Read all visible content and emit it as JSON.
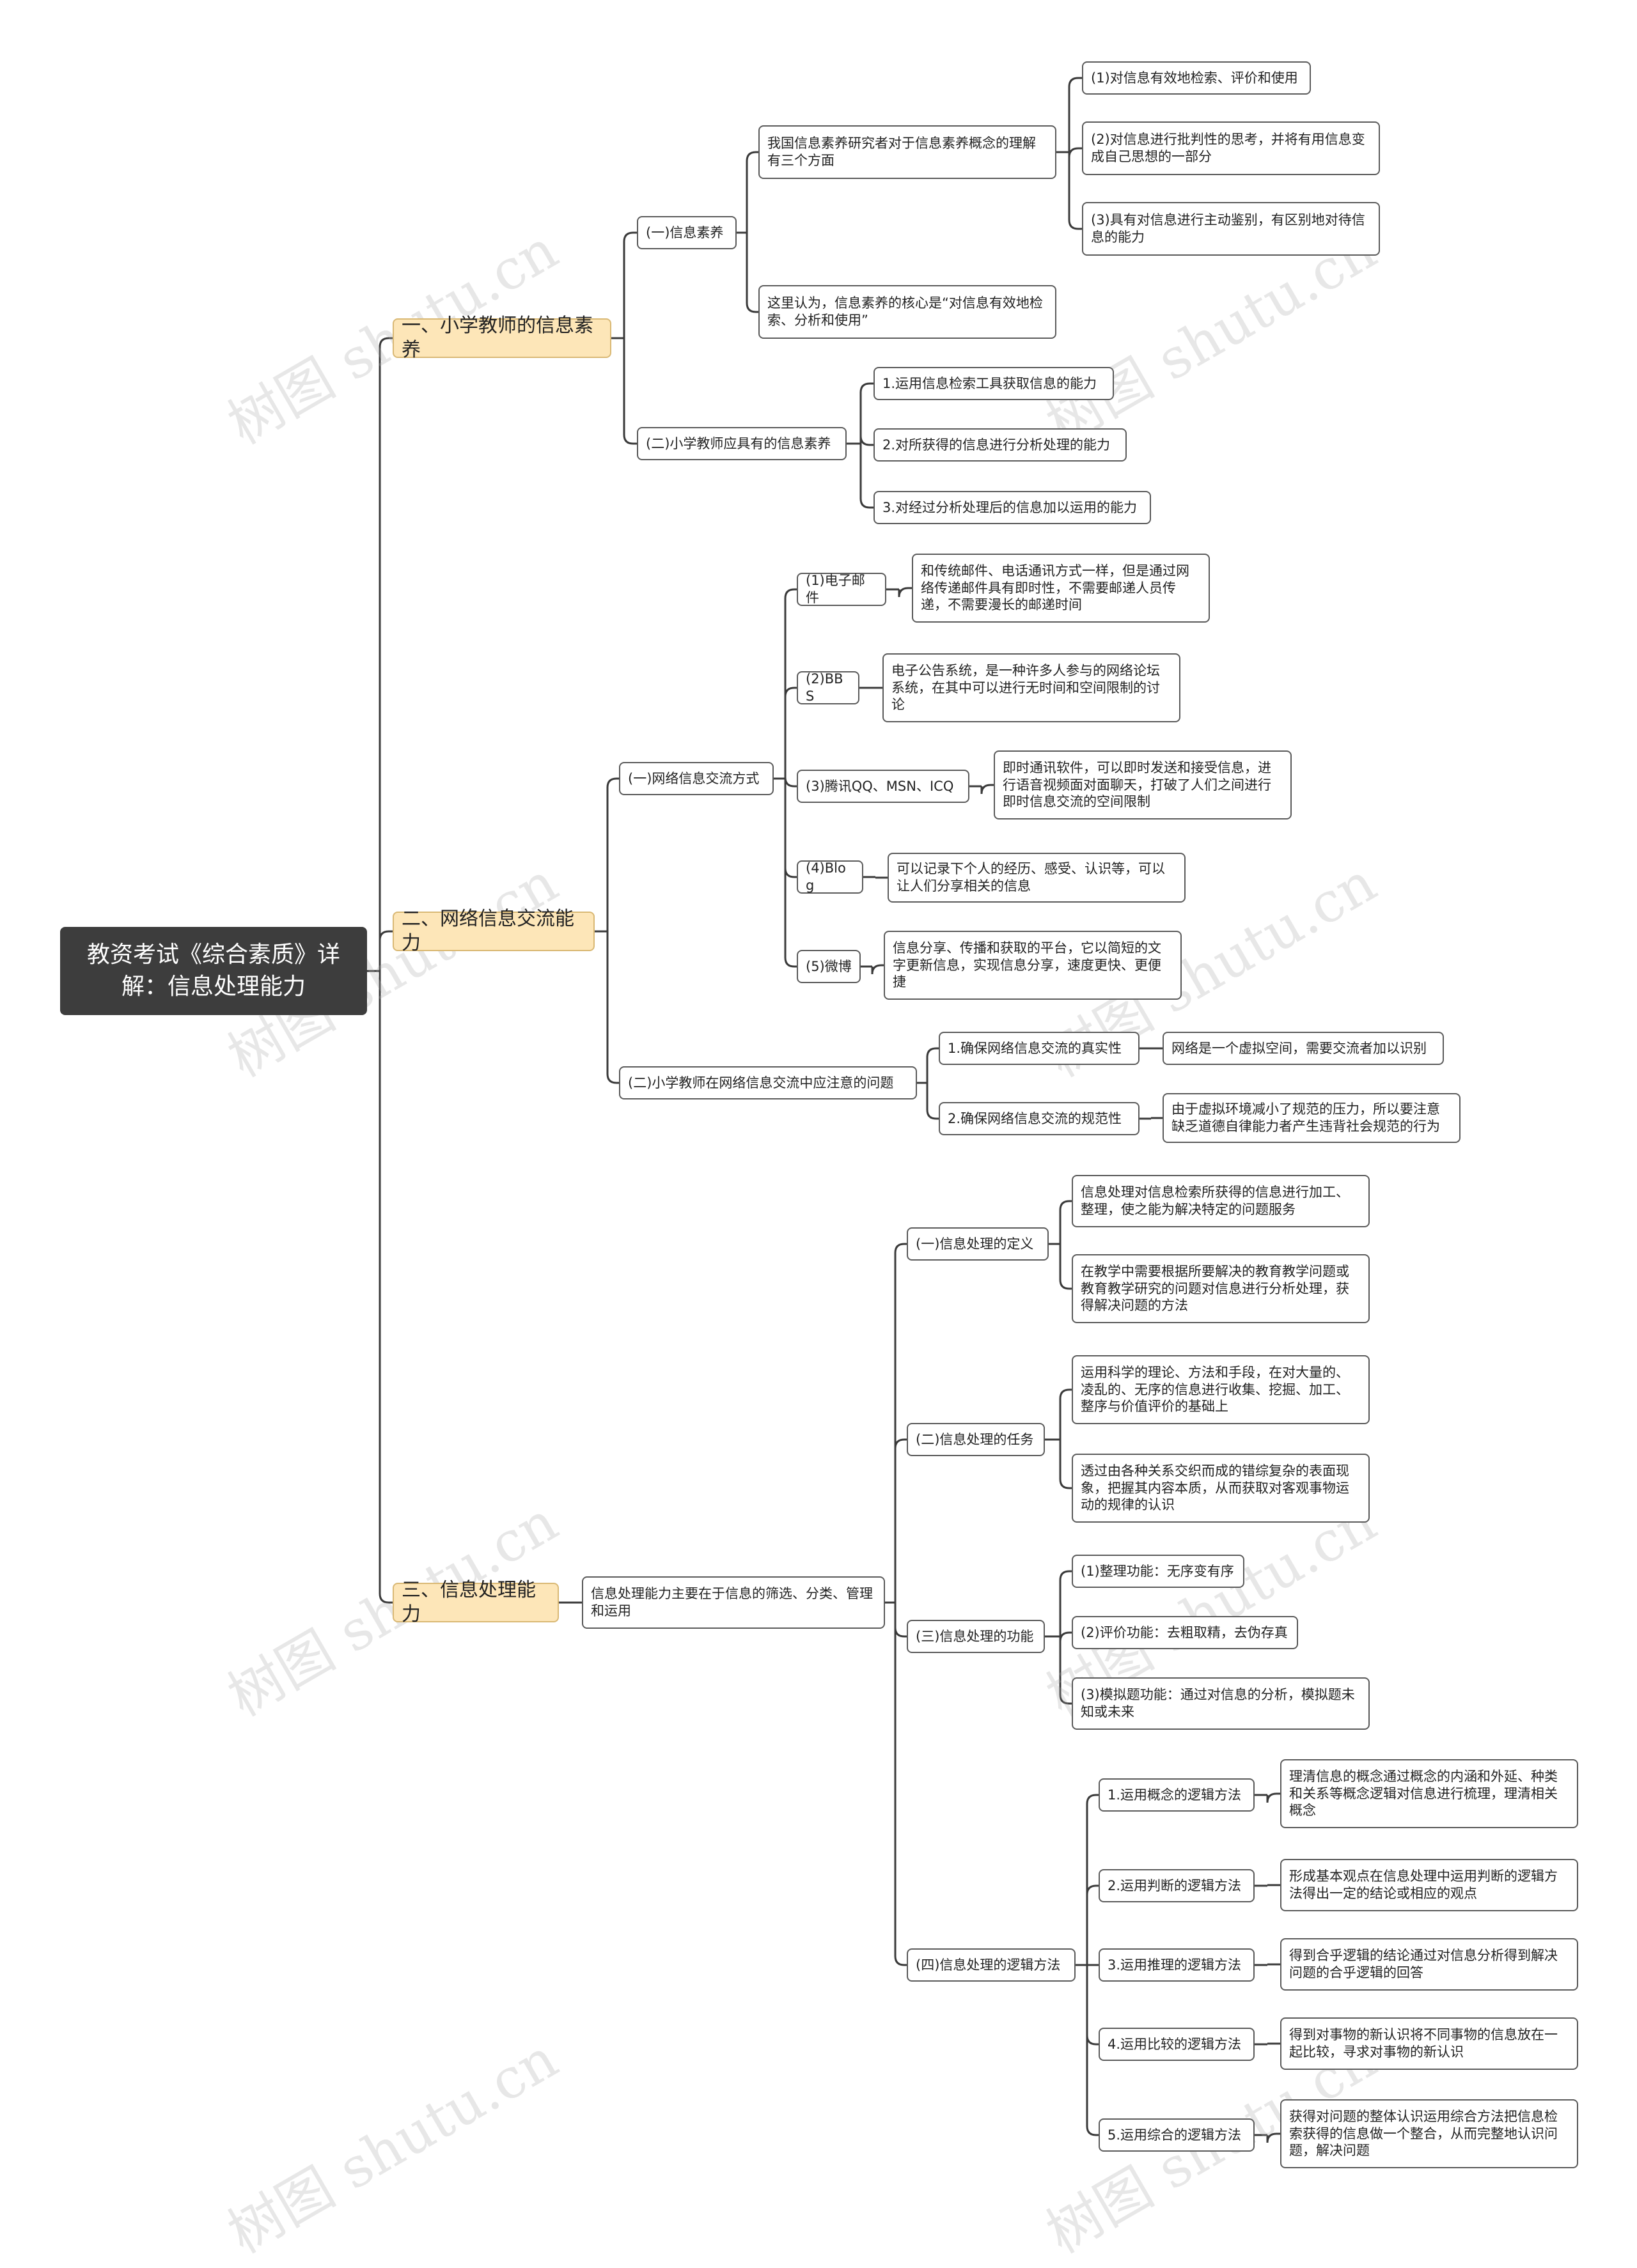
{
  "root": "教资考试《综合素质》详解：信息处理能力",
  "watermark": "树图 shutu.cn",
  "branches": [
    {
      "label": "一、小学教师的信息素养",
      "children": [
        {
          "label": "(一)信息素养",
          "children": [
            {
              "label": "我国信息素养研究者对于信息素养概念的理解有三个方面",
              "children": [
                {
                  "label": "(1)对信息有效地检索、评价和使用"
                },
                {
                  "label": "(2)对信息进行批判性的思考，并将有用信息变成自己思想的一部分"
                },
                {
                  "label": "(3)具有对信息进行主动鉴别，有区别地对待信息的能力"
                }
              ]
            },
            {
              "label": "这里认为，信息素养的核心是“对信息有效地检索、分析和使用”"
            }
          ]
        },
        {
          "label": "(二)小学教师应具有的信息素养",
          "children": [
            {
              "label": "1.运用信息检索工具获取信息的能力"
            },
            {
              "label": "2.对所获得的信息进行分析处理的能力"
            },
            {
              "label": "3.对经过分析处理后的信息加以运用的能力"
            }
          ]
        }
      ]
    },
    {
      "label": "二、网络信息交流能力",
      "children": [
        {
          "label": "(一)网络信息交流方式",
          "children": [
            {
              "label": "(1)电子邮件",
              "children": [
                {
                  "label": "和传统邮件、电话通讯方式一样，但是通过网络传递邮件具有即时性，不需要邮递人员传递，不需要漫长的邮递时间"
                }
              ]
            },
            {
              "label": "(2)BBS",
              "children": [
                {
                  "label": "电子公告系统，是一种许多人参与的网络论坛系统，在其中可以进行无时间和空间限制的讨论"
                }
              ]
            },
            {
              "label": "(3)腾讯QQ、MSN、ICQ",
              "children": [
                {
                  "label": "即时通讯软件，可以即时发送和接受信息，进行语音视频面对面聊天，打破了人们之间进行即时信息交流的空间限制"
                }
              ]
            },
            {
              "label": "(4)Blog",
              "children": [
                {
                  "label": "可以记录下个人的经历、感受、认识等，可以让人们分享相关的信息"
                }
              ]
            },
            {
              "label": "(5)微博",
              "children": [
                {
                  "label": "信息分享、传播和获取的平台，它以简短的文字更新信息，实现信息分享，速度更快、更便捷"
                }
              ]
            }
          ]
        },
        {
          "label": "(二)小学教师在网络信息交流中应注意的问题",
          "children": [
            {
              "label": "1.确保网络信息交流的真实性",
              "children": [
                {
                  "label": "网络是一个虚拟空间，需要交流者加以识别"
                }
              ]
            },
            {
              "label": "2.确保网络信息交流的规范性",
              "children": [
                {
                  "label": "由于虚拟环境减小了规范的压力，所以要注意缺乏道德自律能力者产生违背社会规范的行为"
                }
              ]
            }
          ]
        }
      ]
    },
    {
      "label": "三、信息处理能力",
      "children": [
        {
          "label": "信息处理能力主要在于信息的筛选、分类、管理和运用",
          "children": [
            {
              "label": "(一)信息处理的定义",
              "children": [
                {
                  "label": "信息处理对信息检索所获得的信息进行加工、整理，使之能为解决特定的问题服务"
                },
                {
                  "label": "在教学中需要根据所要解决的教育教学问题或教育教学研究的问题对信息进行分析处理，获得解决问题的方法"
                }
              ]
            },
            {
              "label": "(二)信息处理的任务",
              "children": [
                {
                  "label": "运用科学的理论、方法和手段，在对大量的、凌乱的、无序的信息进行收集、挖掘、加工、整序与价值评价的基础上"
                },
                {
                  "label": "透过由各种关系交织而成的错综复杂的表面现象，把握其内容本质，从而获取对客观事物运动的规律的认识"
                }
              ]
            },
            {
              "label": "(三)信息处理的功能",
              "children": [
                {
                  "label": "(1)整理功能：无序变有序"
                },
                {
                  "label": "(2)评价功能：去粗取精，去伪存真"
                },
                {
                  "label": "(3)模拟题功能：通过对信息的分析，模拟题未知或未来"
                }
              ]
            },
            {
              "label": "(四)信息处理的逻辑方法",
              "children": [
                {
                  "label": "1.运用概念的逻辑方法",
                  "children": [
                    {
                      "label": "理清信息的概念通过概念的内涵和外延、种类和关系等概念逻辑对信息进行梳理，理清相关概念"
                    }
                  ]
                },
                {
                  "label": "2.运用判断的逻辑方法",
                  "children": [
                    {
                      "label": "形成基本观点在信息处理中运用判断的逻辑方法得出一定的结论或相应的观点"
                    }
                  ]
                },
                {
                  "label": "3.运用推理的逻辑方法",
                  "children": [
                    {
                      "label": "得到合乎逻辑的结论通过对信息分析得到解决问题的合乎逻辑的回答"
                    }
                  ]
                },
                {
                  "label": "4.运用比较的逻辑方法",
                  "children": [
                    {
                      "label": "得到对事物的新认识将不同事物的信息放在一起比较，寻求对事物的新认识"
                    }
                  ]
                },
                {
                  "label": "5.运用综合的逻辑方法",
                  "children": [
                    {
                      "label": "获得对问题的整体认识运用综合方法把信息检索获得的信息做一个整合，从而完整地认识问题，解决问题"
                    }
                  ]
                }
              ]
            }
          ]
        }
      ]
    }
  ]
}
